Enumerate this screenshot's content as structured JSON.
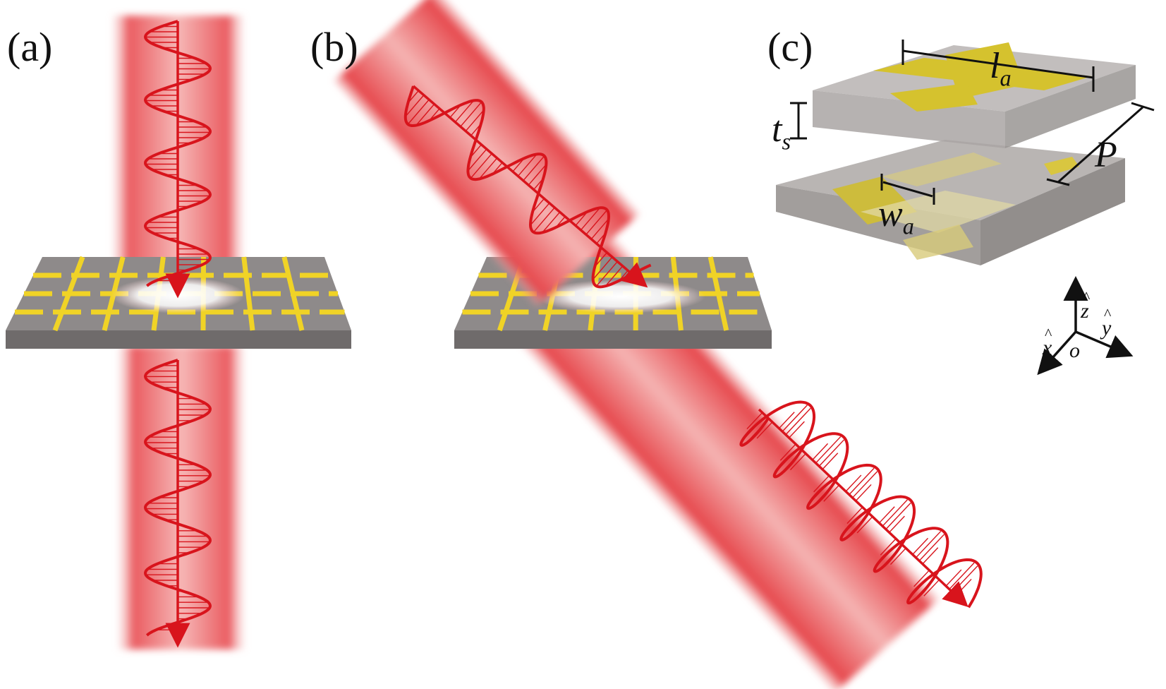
{
  "panels": {
    "a": {
      "label": "(a)"
    },
    "b": {
      "label": "(b)"
    },
    "c": {
      "label": "(c)"
    }
  },
  "dimensions": {
    "la": {
      "main": "l",
      "sub": "a"
    },
    "ts": {
      "main": "t",
      "sub": "s"
    },
    "wa": {
      "main": "w",
      "sub": "a"
    },
    "P": {
      "main": "P"
    }
  },
  "axes": {
    "x": "x",
    "y": "y",
    "z": "z",
    "origin": "o",
    "hat": "^"
  },
  "colors": {
    "beam": "#e8454b",
    "wave": "#d8141c",
    "substrate_top": "#8e8a8a",
    "substrate_side": "#6f6b6b",
    "metal": "#f0d326",
    "glass": "#b9b5b3",
    "gold_patch": "#cdbc3c"
  }
}
